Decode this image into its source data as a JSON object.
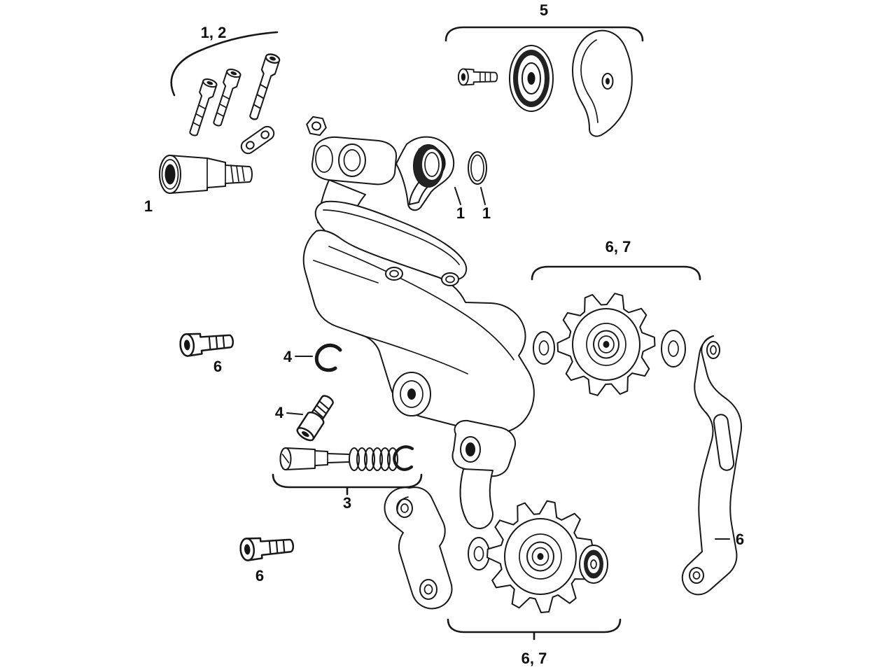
{
  "diagram": {
    "colors": {
      "background": "#ffffff",
      "line": "#181818",
      "label": "#0f0f0f"
    },
    "callouts": [
      {
        "part": "mounting-bolt-kit",
        "label": "1, 2"
      },
      {
        "part": "b-bolt",
        "label": "1"
      },
      {
        "part": "pulley-cap-assembly",
        "label": "5"
      },
      {
        "part": "cam-washer",
        "label": "1"
      },
      {
        "part": "o-ring",
        "label": "1"
      },
      {
        "part": "upper-pulley-assembly",
        "label": "6, 7"
      },
      {
        "part": "snap-ring",
        "label": "4"
      },
      {
        "part": "set-screw",
        "label": "4"
      },
      {
        "part": "spring-assembly",
        "label": "3"
      },
      {
        "part": "cage-bolt-upper",
        "label": "6"
      },
      {
        "part": "cage-bolt-lower",
        "label": "6"
      },
      {
        "part": "inner-cage-plate",
        "label": "6"
      },
      {
        "part": "lower-pulley-assembly",
        "label": "6, 7"
      }
    ]
  }
}
